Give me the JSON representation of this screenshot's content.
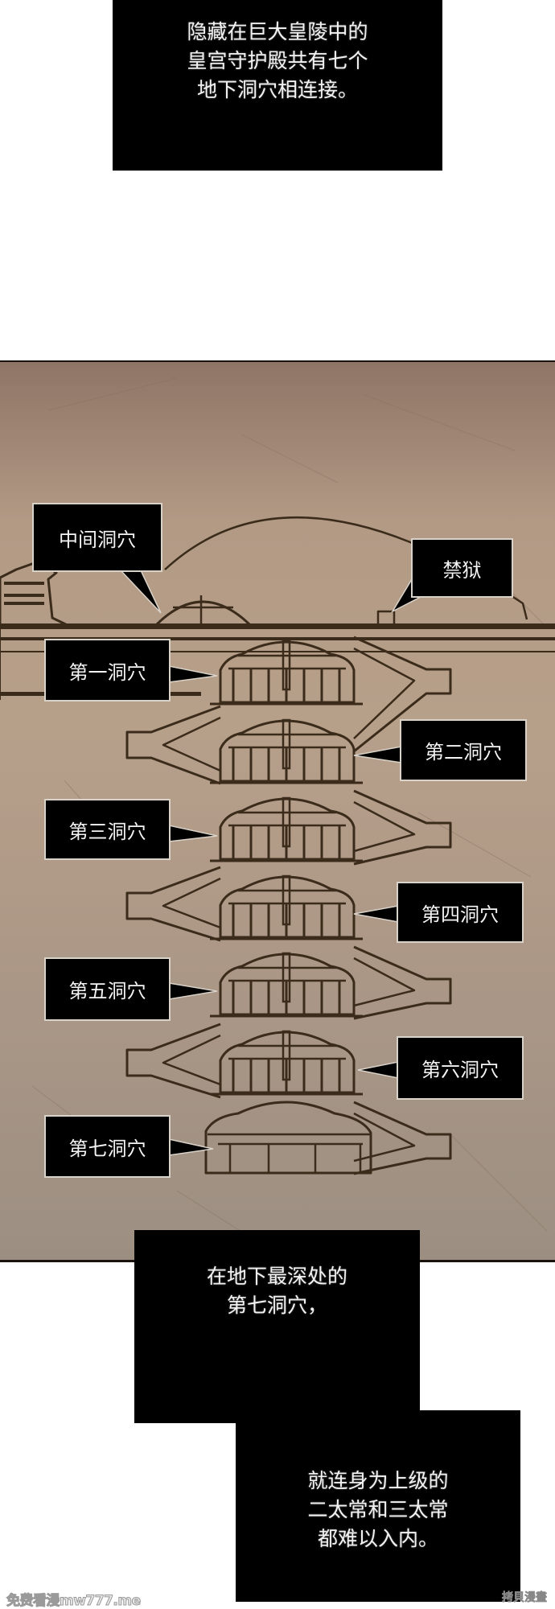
{
  "narration": {
    "top": "隐藏在巨大皇陵中的\n皇宫守护殿共有七个\n地下洞穴相连接。",
    "middle": "在地下最深处的\n第七洞穴，",
    "bottom": "就连身为上级的\n二太常和三太常\n都难以入内。"
  },
  "map": {
    "labels": {
      "middle_cave": "中间洞穴",
      "prison": "禁狱",
      "cave1": "第一洞穴",
      "cave2": "第二洞穴",
      "cave3": "第三洞穴",
      "cave4": "第四洞穴",
      "cave5": "第五洞穴",
      "cave6": "第六洞穴",
      "cave7": "第七洞穴"
    },
    "colors": {
      "ink": "#3b2b1a",
      "paper": "#b29a85",
      "label_bg": "#000000"
    }
  },
  "watermarks": {
    "left": "免费看漫mw777.me",
    "right": "拷貝漫畫"
  }
}
